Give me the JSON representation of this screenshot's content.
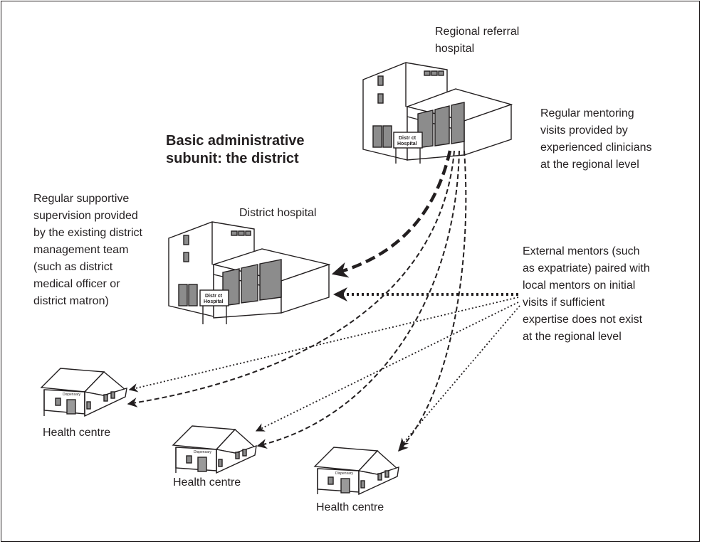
{
  "title": "Basic administrative\nsubunit: the district",
  "labels": {
    "regional_hospital": "Regional referral\nhospital",
    "district_hospital": "District hospital",
    "regional_mentoring": "Regular mentoring\nvisits provided by\nexperienced clinicians\nat the regional level",
    "district_supervision": "Regular supportive\nsupervision provided\nby the existing district\nmanagement team\n(such as district\nmedical officer or\ndistrict matron)",
    "external_mentors": "External mentors (such\nas expatriate) paired with\nlocal mentors on initial\nvisits if sufficient\nexpertise does not exist\nat the regional level",
    "health_centre_1": "Health centre",
    "health_centre_2": "Health centre",
    "health_centre_3": "Health centre"
  },
  "signs": {
    "regional_sign": "Distr ct\nHospital",
    "district_sign": "Distr ct\nHospital",
    "centre_sign": "Dispensary"
  },
  "arrow_styles": {
    "regional_to_district": "heavy-dashed",
    "regional_to_centres": "dashed",
    "external_to_district": "heavy-dotted",
    "external_to_centres": "dotted"
  },
  "colors": {
    "ink": "#231f20",
    "window": "#8c8c8c",
    "door": "#9a9a9a"
  }
}
